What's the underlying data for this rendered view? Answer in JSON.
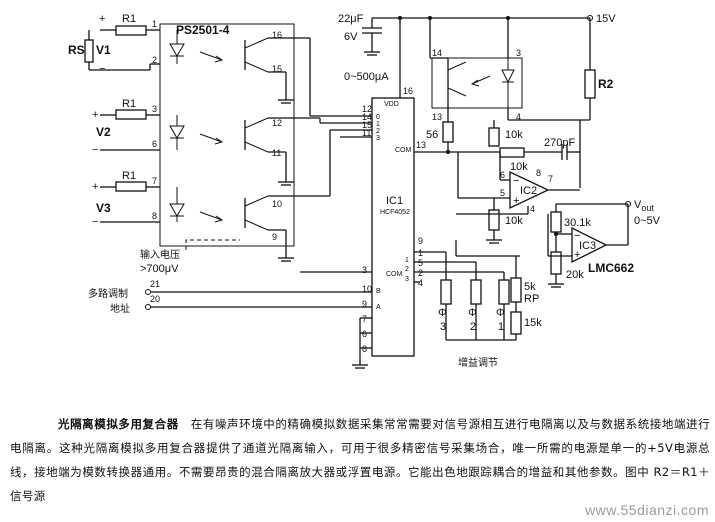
{
  "labels": {
    "r1": "R1",
    "rs": "RS",
    "v1": "V1",
    "v2": "V2",
    "v3": "V3",
    "ps2501": "PS2501-4",
    "plus": "+",
    "minus": "−",
    "cap22": "22μF",
    "cap_v": "6V",
    "current": "0~500μA",
    "v15": "15V",
    "r2": "R2",
    "vdd": "VDD",
    "ic1_line1": "IC1",
    "ic1_line2": "HCF4052",
    "com": "COM",
    "com2": "COM",
    "pin_b": "B",
    "pin_a": "A",
    "r56": "56",
    "r10k_a": "10k",
    "r10k_b": "10k",
    "r10k_c": "10k",
    "cap270": "270pF",
    "ic2": "IC2",
    "ic3": "IC3",
    "r30k": "30.1k",
    "r20k": "20k",
    "lmc": "LMC662",
    "vout_sub": "out",
    "vout_range": "0~5V",
    "input_v1": "输入电压",
    "input_v2": ">700μV",
    "multi1": "多路调制",
    "multi2": "地址",
    "gain": "增益调节",
    "rp": "RP",
    "r5k": "5k",
    "r15k": "15k",
    "phi3": "Φ",
    "phi2": "Φ",
    "phi1": "Φ",
    "g3": "3",
    "g2": "2",
    "g1": "1"
  },
  "pins": {
    "p1": "1",
    "p2": "2",
    "p3": "3",
    "p4": "4",
    "p5": "5",
    "p6": "6",
    "p7": "7",
    "p8": "8",
    "p9": "9",
    "p10": "10",
    "p11": "11",
    "p12": "12",
    "p13": "13",
    "p14": "14",
    "p15": "15",
    "p16": "16",
    "in1": "1",
    "in2": "2",
    "in4": "4",
    "q16": "16",
    "q15": "15",
    "q12": "12",
    "q11": "11",
    "q10": "10",
    "q9": "9",
    "ic1_12": "12",
    "ic1_14": "14",
    "ic1_15": "15",
    "ic1_11": "11",
    "ic1_0": "0",
    "ic1_1": "1",
    "ic1_2": "2",
    "ic1_3": "3",
    "ic1_16": "16",
    "ic1_13": "13",
    "ic1_3b": "3",
    "ic1_10": "10",
    "ic1_9": "9",
    "ic1_7": "7",
    "ic1_6": "6",
    "ic1_8": "8",
    "ic1_r9": "9",
    "ic1_r1": "1",
    "ic1_r5": "5",
    "ic1_r2": "2",
    "ic1_r4": "4",
    "ic1_rc1": "1",
    "ic1_rc2": "2",
    "ic1_rc3": "3",
    "opto_14": "14",
    "opto_3": "3",
    "opto_13": "13",
    "opto_4": "4",
    "ic2_6": "6",
    "ic2_5": "5",
    "ic2_7": "7",
    "ic2_8": "8",
    "ic2_4": "4",
    "addr_21": "21",
    "addr_20": "20"
  },
  "caption": {
    "title": "光隔离模拟多用复合器",
    "text": "在有噪声环境中的精确模拟数据采集常常需要对信号源相互进行电隔离以及与数据系统接地端进行电隔离。这种光隔离模拟多用复合器提供了通道光隔离输入，可用于很多精密信号采集场合，唯一所需的电源是单一的+5V电源总线，接地端为模数转换器通用。不需要昂贵的混合隔离放大器或浮置电源。它能出色地跟踪耦合的增益和其他参数。图中 R2＝R1＋信号源"
  },
  "watermark": "www.55dianzi.com"
}
